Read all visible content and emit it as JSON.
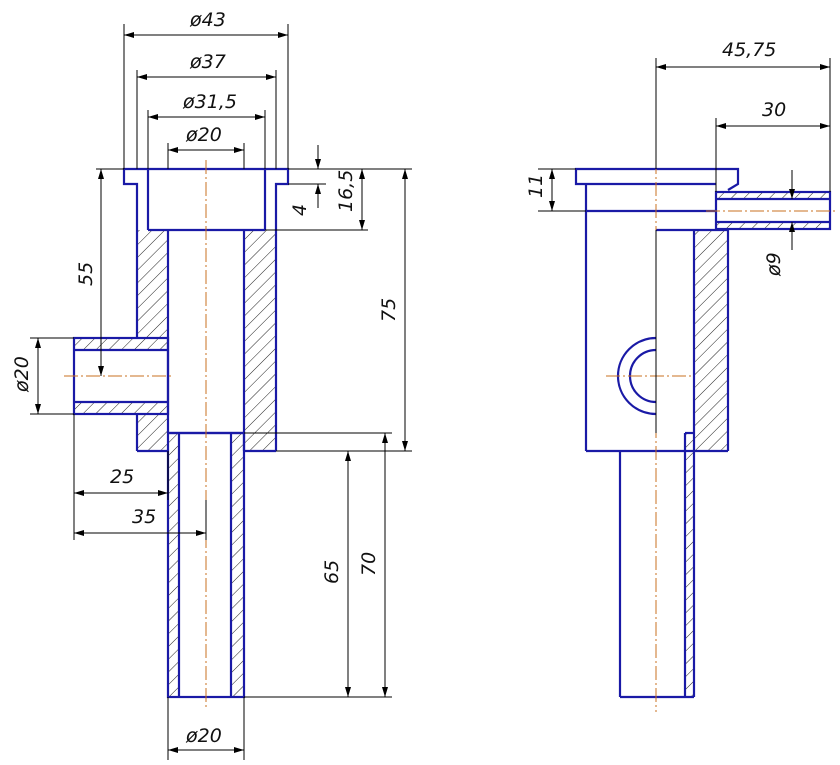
{
  "colors": {
    "outline": "#1a1aa6",
    "dimension": "#000000",
    "centerline": "#c87020",
    "background": "#ffffff"
  },
  "dimensions": {
    "d43": "ø43",
    "d37": "ø37",
    "d31_5": "ø31,5",
    "d20_top": "ø20",
    "d20_side": "ø20",
    "d20_bottom": "ø20",
    "h4": "4",
    "h16_5": "16,5",
    "h75": "75",
    "h55": "55",
    "h65": "65",
    "h70": "70",
    "w25": "25",
    "w35": "35",
    "w45_75": "45,75",
    "w30": "30",
    "h11": "11",
    "d9": "ø9"
  }
}
